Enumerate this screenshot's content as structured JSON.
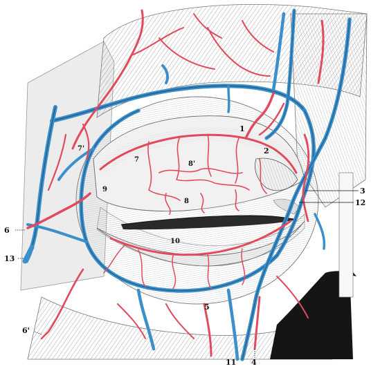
{
  "labels": {
    "l1": "1",
    "l2": "2",
    "l3": "3",
    "l4": "4",
    "l5": "5",
    "l6": "6",
    "l6p": "6'",
    "l7": "7",
    "l7p": "7'",
    "l8": "8",
    "l8p": "8'",
    "l9": "9",
    "l10": "10",
    "l11": "11",
    "l12": "12",
    "l13": "13"
  },
  "colors": {
    "artery": "#e14a5c",
    "vein": "#3d8fca",
    "line_art": "#555555",
    "background": "#ffffff"
  }
}
